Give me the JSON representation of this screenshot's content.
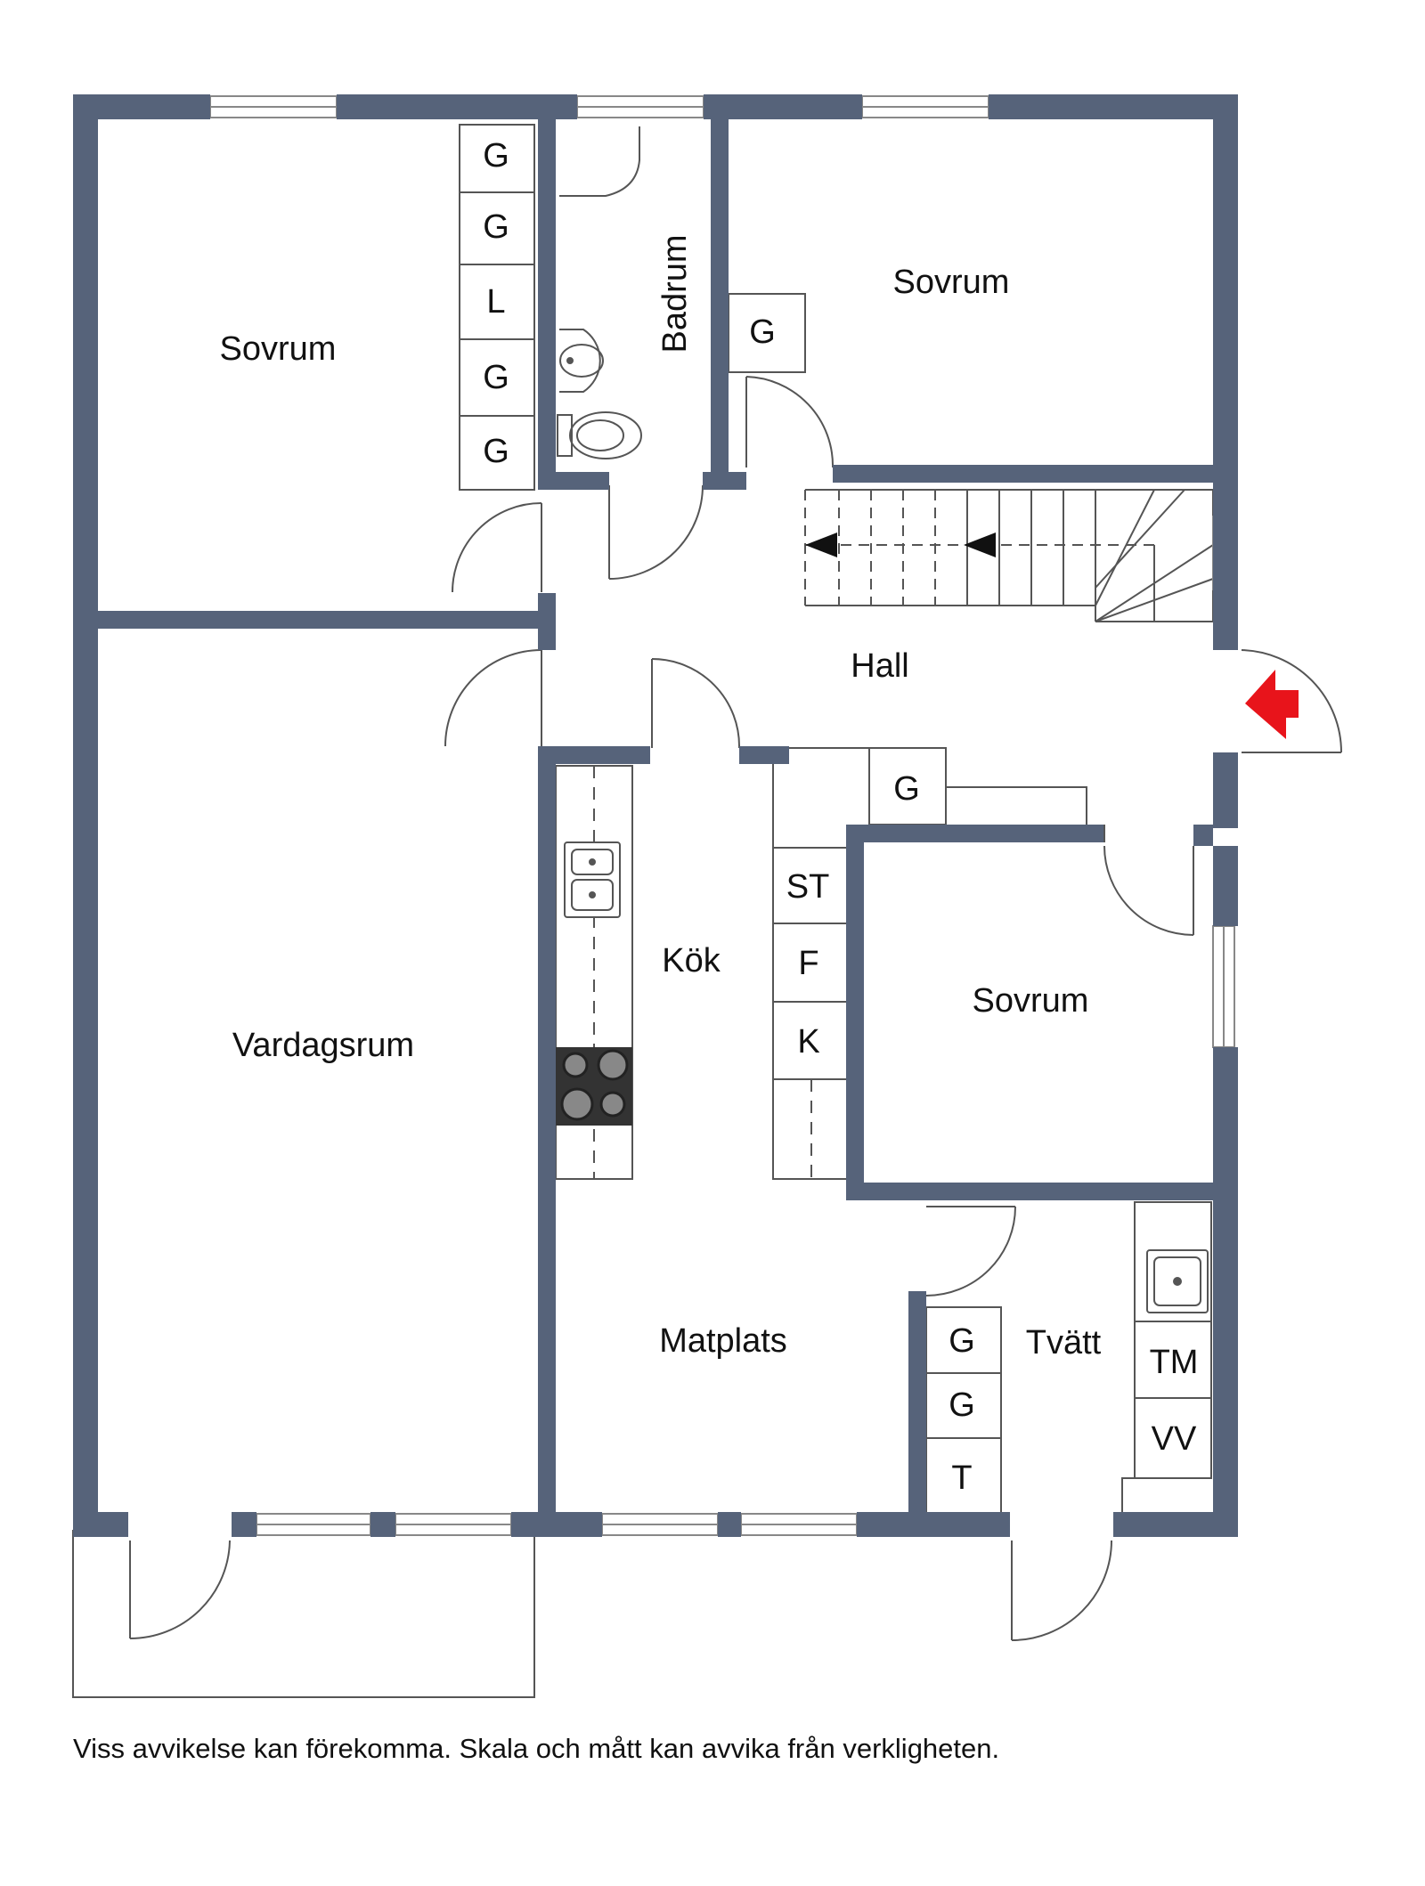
{
  "colors": {
    "wall": "#56637A",
    "line": "#555555",
    "entrance": "#E8141B",
    "stove": "#333333"
  },
  "rooms": {
    "sovrum_1": "Sovrum",
    "badrum": "Badrum",
    "sovrum_2": "Sovrum",
    "hall": "Hall",
    "vardagsrum": "Vardagsrum",
    "kok": "Kök",
    "sovrum_3": "Sovrum",
    "matplats": "Matplats",
    "tvatt": "Tvätt"
  },
  "cabinets": {
    "sovrum1_wardrobe": [
      "G",
      "G",
      "L",
      "G",
      "G"
    ],
    "sovrum2_wardrobe": "G",
    "hall_wardrobe": "G",
    "kitchen_units": [
      "ST",
      "F",
      "K"
    ],
    "tvatt_wardrobe": [
      "G",
      "G",
      "T"
    ],
    "tvatt_appliances": [
      "TM",
      "VV"
    ]
  },
  "icons": [
    "entrance-arrow-icon",
    "stair-direction-arrow-icon",
    "sink-icon",
    "toilet-icon",
    "stove-icon"
  ],
  "disclaimer": "Viss avvikelse kan förekomma. Skala och mått kan avvika från verkligheten."
}
